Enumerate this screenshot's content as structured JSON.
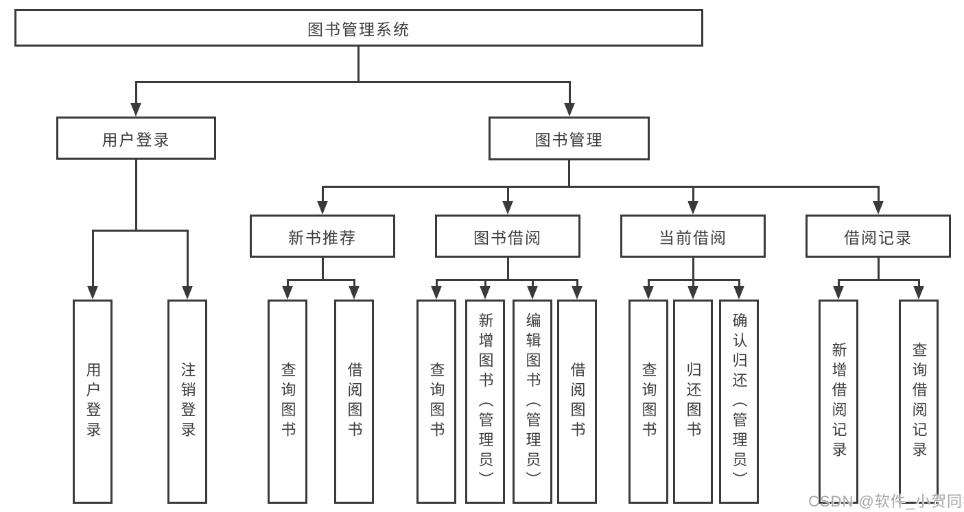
{
  "diagram": {
    "root": {
      "label": "图书管理系统"
    },
    "level2": [
      {
        "label": "用户登录"
      },
      {
        "label": "图书管理"
      }
    ],
    "level3": [
      {
        "label": "新书推荐"
      },
      {
        "label": "图书借阅"
      },
      {
        "label": "当前借阅"
      },
      {
        "label": "借阅记录"
      }
    ],
    "leaves": [
      {
        "label": "用户登录"
      },
      {
        "label": "注销登录"
      },
      {
        "label": "查询图书"
      },
      {
        "label": "借阅图书"
      },
      {
        "label": "查询图书"
      },
      {
        "label": "新增图书（管理员）"
      },
      {
        "label": "编辑图书（管理员）"
      },
      {
        "label": "借阅图书"
      },
      {
        "label": "查询图书"
      },
      {
        "label": "归还图书"
      },
      {
        "label": "确认归还（管理员）"
      },
      {
        "label": "新增借阅记录"
      },
      {
        "label": "查询借阅记录"
      }
    ]
  },
  "watermark": {
    "text": "CSDN @软件_小贺同学"
  },
  "colors": {
    "line": "#3a3a3a",
    "text": "#3d3d3d",
    "watermark": "#a6a6a6",
    "background": "#ffffff"
  }
}
